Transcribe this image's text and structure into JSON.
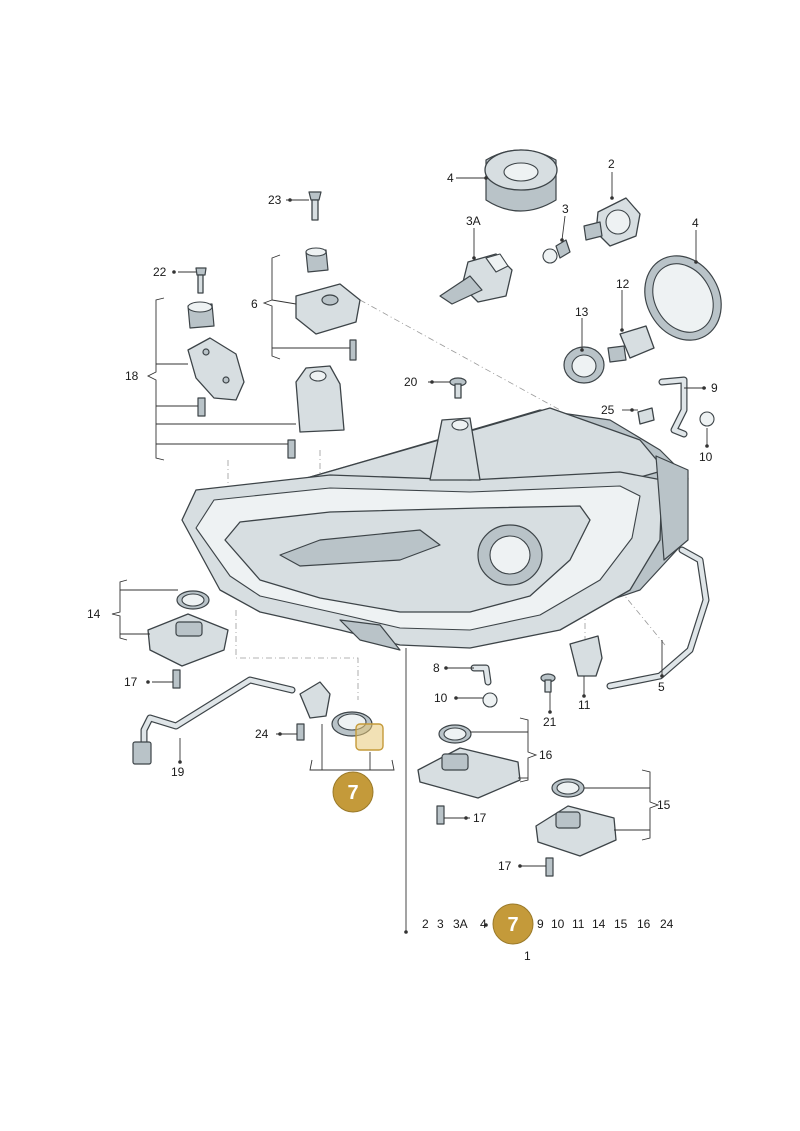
{
  "callouts": {
    "c4a": "4",
    "c2": "2",
    "c3": "3",
    "c3a": "3A",
    "c23": "23",
    "c4b": "4",
    "c22": "22",
    "c6": "6",
    "c12": "12",
    "c13": "13",
    "c18": "18",
    "c9": "9",
    "c20": "20",
    "c25": "25",
    "c10a": "10",
    "c14": "14",
    "c8": "8",
    "c17a": "17",
    "c10b": "10",
    "c5": "5",
    "c24": "24",
    "c21": "21",
    "c11": "11",
    "c19": "19",
    "c16": "16",
    "c17b": "17",
    "c15": "15",
    "c17c": "17",
    "c1": "1"
  },
  "badges": {
    "b1": "7",
    "b2": "7"
  },
  "footer_list": {
    "before": [
      "2",
      "3",
      "3A",
      "4"
    ],
    "after": [
      "9",
      "10",
      "11",
      "14",
      "15",
      "16",
      "24"
    ]
  },
  "colors": {
    "badge": "#c49a3a",
    "part_fill": "#d7dee1",
    "outline": "#3d4448"
  }
}
